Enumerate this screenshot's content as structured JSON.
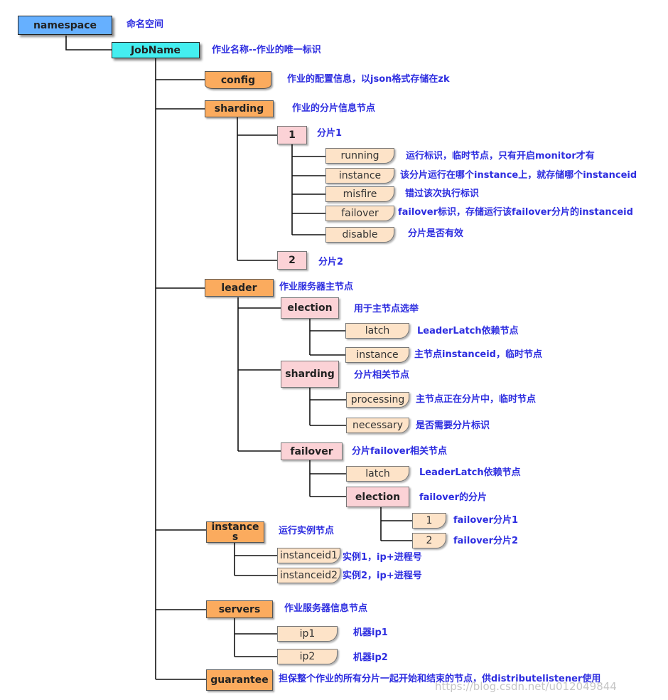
{
  "nodes": {
    "namespace": {
      "label": "namespace",
      "note": "命名空间"
    },
    "jobname": {
      "label": "JobName",
      "note": "作业名称--作业的唯一标识"
    },
    "config": {
      "label": "config",
      "note": "作业的配置信息，以json格式存储在zk"
    },
    "sharding": {
      "label": "sharding",
      "note": "作业的分片信息节点"
    },
    "shard1": {
      "label": "1",
      "note": "分片1"
    },
    "running": {
      "label": "running",
      "note": "运行标识，临时节点，只有开启monitor才有"
    },
    "instance": {
      "label": "instance",
      "note": "该分片运行在哪个instance上，就存储哪个instanceid"
    },
    "misfire": {
      "label": "misfire",
      "note": "错过该次执行标识"
    },
    "failover": {
      "label": "failover",
      "note": "failover标识，存储运行该failover分片的instanceid"
    },
    "disable": {
      "label": "disable",
      "note": "分片是否有效"
    },
    "shard2": {
      "label": "2",
      "note": "分片2"
    },
    "leader": {
      "label": "leader",
      "note": "作业服务器主节点"
    },
    "election": {
      "label": "election",
      "note": "用于主节点选举"
    },
    "latch1": {
      "label": "latch",
      "note": "LeaderLatch依赖节点"
    },
    "leader_instance": {
      "label": "instance",
      "note": "主节点instanceid，临时节点"
    },
    "leader_sharding": {
      "label": "sharding",
      "note": "分片相关节点"
    },
    "processing": {
      "label": "processing",
      "note": "主节点正在分片中，临时节点"
    },
    "necessary": {
      "label": "necessary",
      "note": "是否需要分片标识"
    },
    "leader_failover": {
      "label": "failover",
      "note": "分片failover相关节点"
    },
    "latch2": {
      "label": "latch",
      "note": "LeaderLatch依赖节点"
    },
    "failover_election": {
      "label": "election",
      "note": "failover的分片"
    },
    "fo1": {
      "label": "1",
      "note": "failover分片1"
    },
    "fo2": {
      "label": "2",
      "note": "failover分片2"
    },
    "instances": {
      "label": "instances",
      "note": "运行实例节点"
    },
    "instanceid1": {
      "label": "instanceid1",
      "note": "实例1，ip+进程号"
    },
    "instanceid2": {
      "label": "instanceid2",
      "note": "实例2，ip+进程号"
    },
    "servers": {
      "label": "servers",
      "note": "作业服务器信息节点"
    },
    "ip1": {
      "label": "ip1",
      "note": "机器ip1"
    },
    "ip2": {
      "label": "ip2",
      "note": "机器ip2"
    },
    "guarantee": {
      "label": "guarantee",
      "note": "担保整个作业的所有分片一起开始和结束的节点，供distributelistener使用"
    }
  },
  "watermark": "https://blog.csdn.net/u012049844"
}
